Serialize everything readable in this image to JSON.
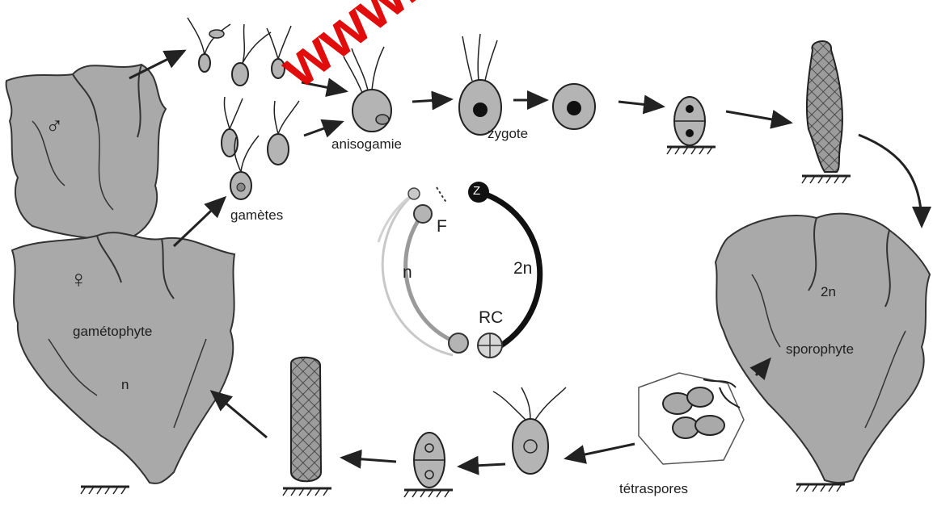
{
  "labels": {
    "male_symbol": "♂",
    "female_symbol": "♀",
    "gametes": "gamètes",
    "anisogamie": "anisogamie",
    "zygote": "zygote",
    "gametophyte": "gamétophyte",
    "n_gametophyte": "n",
    "sporophyte": "sporophyte",
    "two_n_sporophyte": "2n",
    "tetraspores": "tétraspores"
  },
  "cycle": {
    "z": "Z",
    "f": "F",
    "n": "n",
    "two_n": "2n",
    "rc": "RC"
  },
  "watermark": "www.s",
  "colors": {
    "thallus": "#a9a9a9",
    "cell": "#b4b4b4",
    "ink": "#222222",
    "watermark": "#e00000",
    "diploid_arc": "#111111",
    "haploid_arc": "#9a9a9a"
  }
}
